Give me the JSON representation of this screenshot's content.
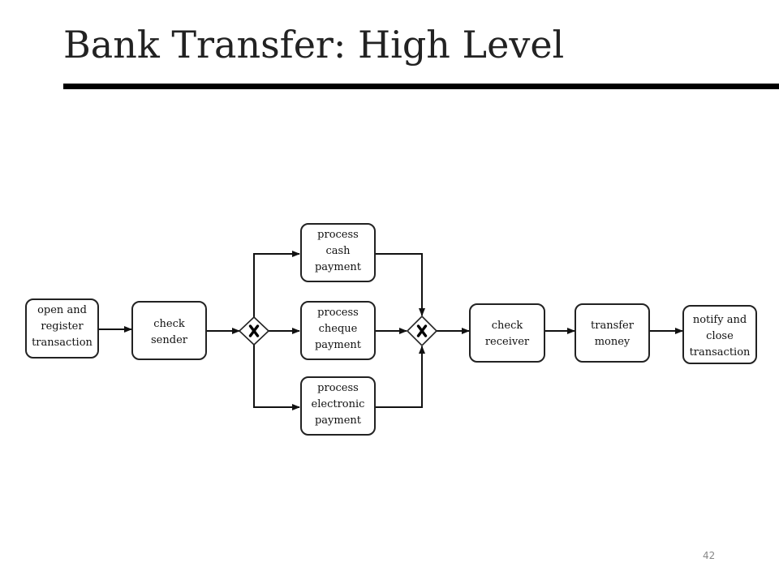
{
  "slide": {
    "title": "Bank Transfer: High Level",
    "page_number": "42"
  },
  "diagram": {
    "tasks": {
      "open_register": [
        "open and",
        "register",
        "transaction"
      ],
      "check_sender": [
        "check",
        "sender"
      ],
      "cash": [
        "process",
        "cash",
        "payment"
      ],
      "cheque": [
        "process",
        "cheque",
        "payment"
      ],
      "electronic": [
        "process",
        "electronic",
        "payment"
      ],
      "check_receiver": [
        "check",
        "receiver"
      ],
      "transfer": [
        "transfer",
        "money"
      ],
      "notify": [
        "notify and",
        "close",
        "transaction"
      ]
    },
    "gateways": {
      "split": "exclusive-gateway-icon",
      "join": "exclusive-gateway-icon"
    }
  }
}
